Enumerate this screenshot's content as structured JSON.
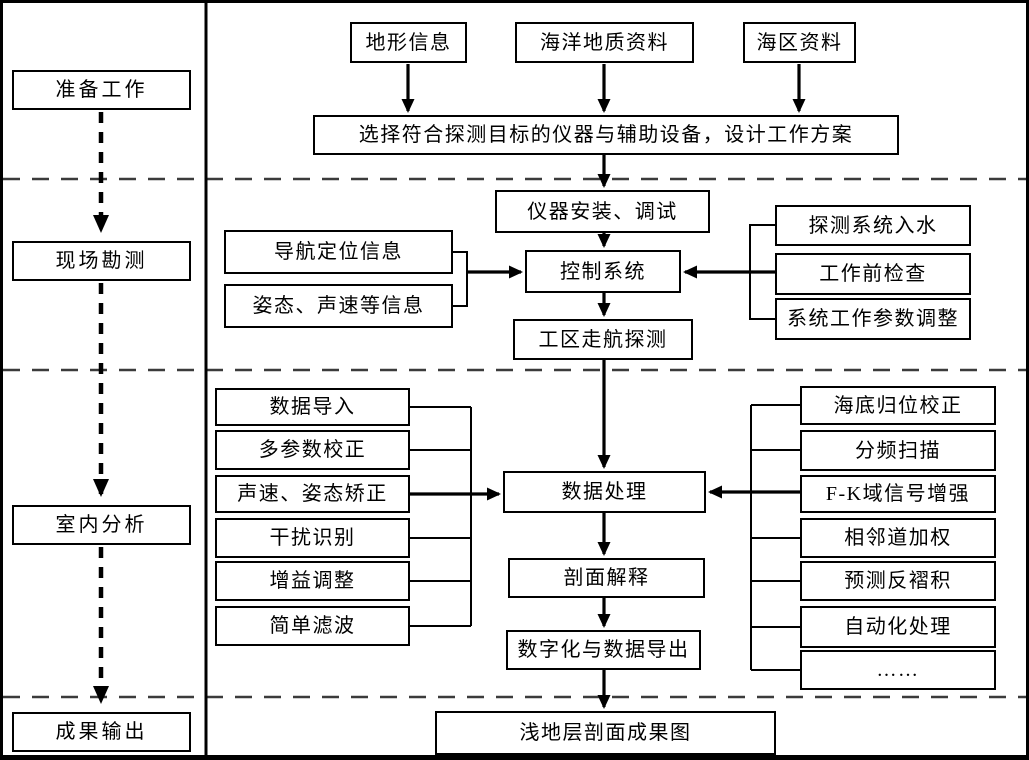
{
  "stages": [
    "准备工作",
    "现场勘测",
    "室内分析",
    "成果输出"
  ],
  "prep": {
    "sources": [
      "地形信息",
      "海洋地质资料",
      "海区资料"
    ],
    "plan": "选择符合探测目标的仪器与辅助设备，设计工作方案"
  },
  "survey": {
    "install": "仪器安装、调试",
    "control": "控制系统",
    "run": "工区走航探测",
    "inputs": [
      "导航定位信息",
      "姿态、声速等信息"
    ],
    "checks": [
      "探测系统入水",
      "工作前检查",
      "系统工作参数调整"
    ]
  },
  "analysis": {
    "basic": [
      "数据导入",
      "多参数校正",
      "声速、姿态矫正",
      "干扰识别",
      "增益调整",
      "简单滤波"
    ],
    "advanced": [
      "海底归位校正",
      "分频扫描",
      "F-K域信号增强",
      "相邻道加权",
      "预测反褶积",
      "自动化处理",
      "……"
    ],
    "process": "数据处理",
    "interpret": "剖面解释",
    "export": "数字化与数据导出"
  },
  "output": {
    "result": "浅地层剖面成果图"
  },
  "colors": {
    "line": "#000000",
    "divider": "#3b3b3b",
    "background": "#ffffff"
  }
}
